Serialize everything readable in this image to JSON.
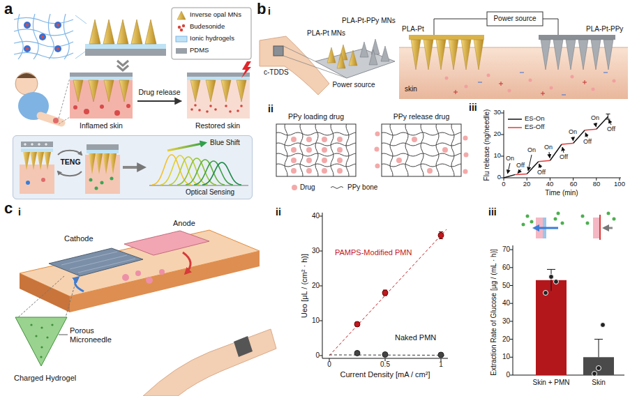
{
  "diagram": {
    "nodes": [
      {
        "text": [
          "Inflamed skin"
        ]
      },
      {
        "text": [
          "Restored skin"
        ]
      },
      {
        "text": [
          "TENG",
          "Blue Shift",
          "Optical Sensing"
        ]
      },
      {
        "text": [
          "PPy loading drug"
        ]
      },
      {
        "text": [
          "PPy release drug"
        ]
      }
    ],
    "edges": [
      {
        "from": 0,
        "to": 1,
        "label": "Drug release",
        "arrow": "to"
      }
    ],
    "labels": [
      "a",
      "b",
      "i",
      "c-TDDS",
      "PLA-Pt-PPy MNs",
      "PLA-Pt MNs",
      "Power source",
      "Power source",
      "PLA-Pt",
      "PLA-Pt-PPy",
      "skin",
      "ii",
      "iii",
      "Flu release (ng/needle)",
      "0",
      "10",
      "20",
      "30",
      "0",
      "20",
      "40",
      "60",
      "80",
      "100",
      "Time (min)",
      "On",
      "Off",
      "On",
      "Off",
      "On",
      "Off",
      "On",
      "Off",
      "On",
      "Off",
      "c",
      "i",
      "Cathode",
      "Anode",
      "Porous Microneedle",
      "Charged Hydrogel",
      "ii",
      "Ueo [μL / (cm² · h)]",
      "0",
      "10",
      "20",
      "30",
      "40",
      "0",
      "0.5",
      "1",
      "Current Density [mA / cm²]",
      "PAMPS-Modified PMN",
      "Naked PMN",
      "iii",
      "Extraction Rate of Glucose [μg / (mL · h)]",
      "0",
      "10",
      "20",
      "30",
      "40",
      "50",
      "60",
      "70",
      "Skin + PMN",
      "Skin"
    ],
    "legend": [
      {
        "text": "Inverse opal MNs"
      },
      {
        "text": "Budesonide"
      },
      {
        "text": "Ionic hydrogels"
      },
      {
        "text": "PDMS"
      },
      {
        "text": "Drug",
        "color": "#f3a9a9"
      },
      {
        "text": "PPy bone"
      },
      {
        "text": "ES-On"
      },
      {
        "text": "ES-Off"
      }
    ]
  }
}
